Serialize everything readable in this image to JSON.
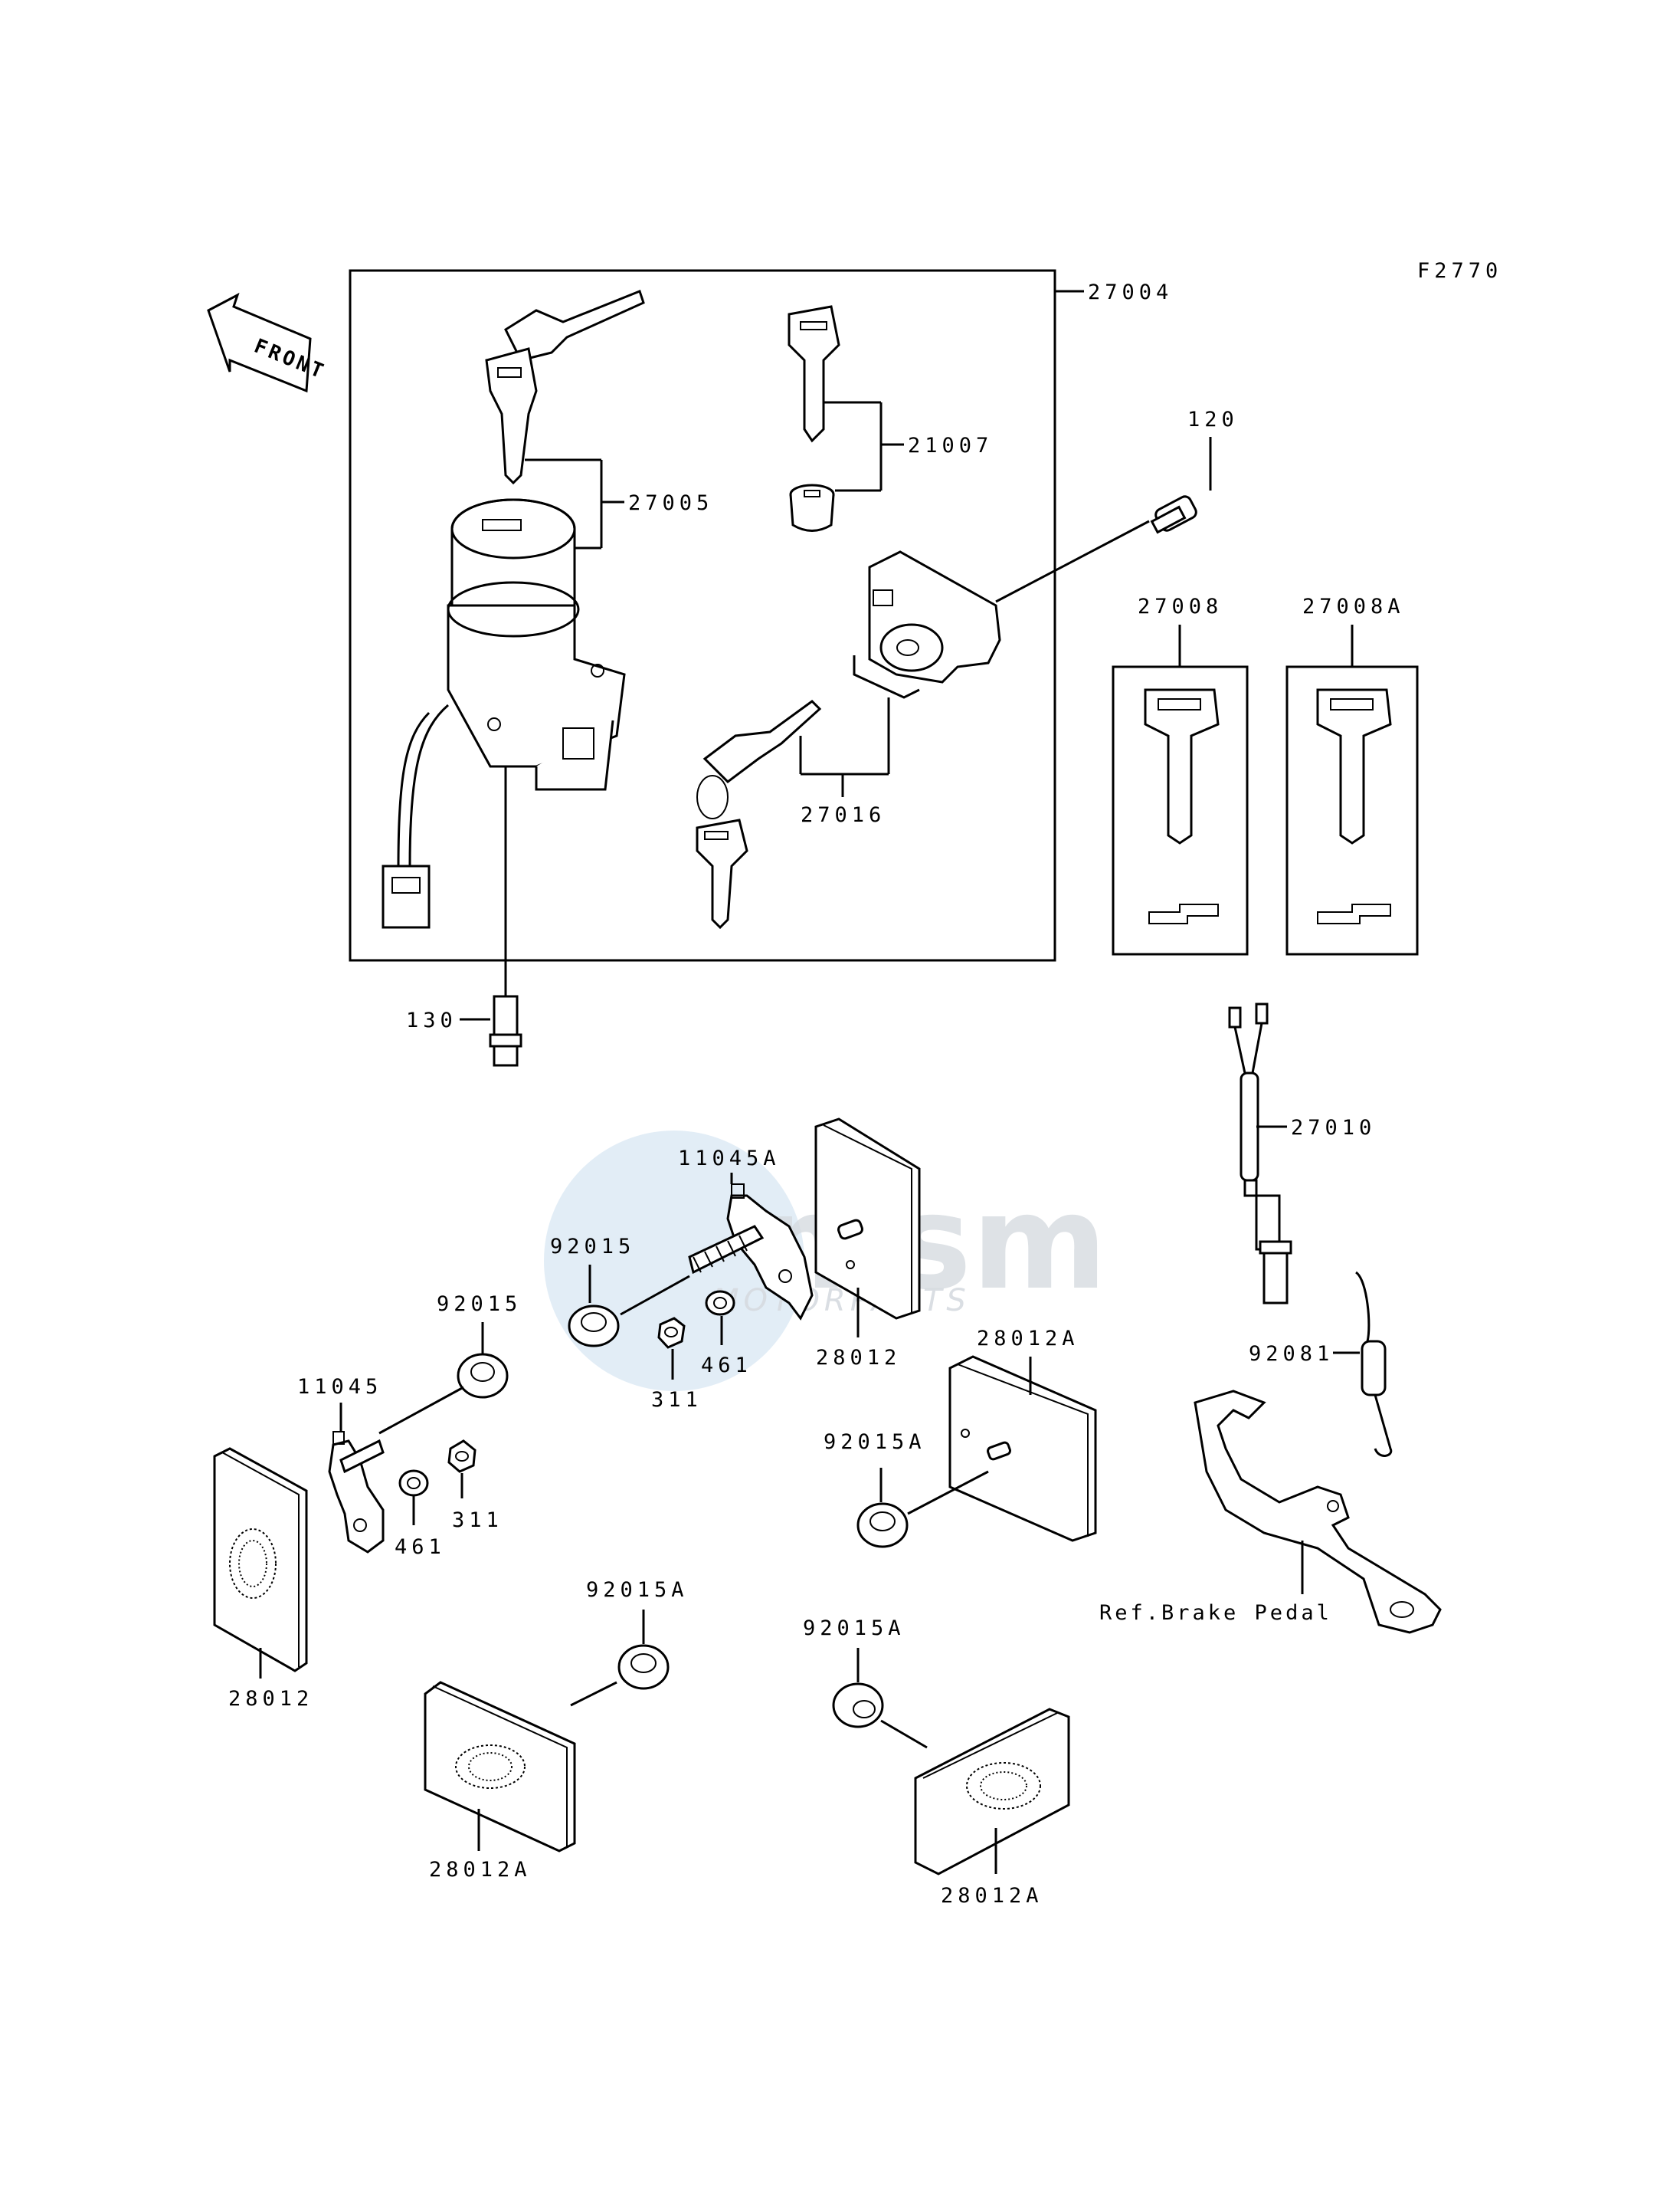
{
  "diagram": {
    "figure_code": "F2770",
    "front_label": "FRONT",
    "watermark": {
      "brand": "msm",
      "subtitle": "MOTORPARTS"
    },
    "callouts": {
      "c27004": "27004",
      "c27005": "27005",
      "c21007": "21007",
      "c120": "120",
      "c27008": "27008",
      "c27008A": "27008A",
      "c27016": "27016",
      "c130": "130",
      "c27010": "27010",
      "c11045A": "11045A",
      "c92015_a": "92015",
      "c92015_b": "92015",
      "c28012_top": "28012",
      "c311_a": "311",
      "c461_a": "461",
      "c28012A_top": "28012A",
      "c92081": "92081",
      "c11045": "11045",
      "c92015A_a": "92015A",
      "c311_b": "311",
      "c461_b": "461",
      "c28012_left": "28012",
      "c92015A_b": "92015A",
      "c92015A_c": "92015A",
      "c28012A_mid": "28012A",
      "c28012A_right": "28012A",
      "ref_brake_pedal": "Ref.Brake Pedal"
    }
  }
}
